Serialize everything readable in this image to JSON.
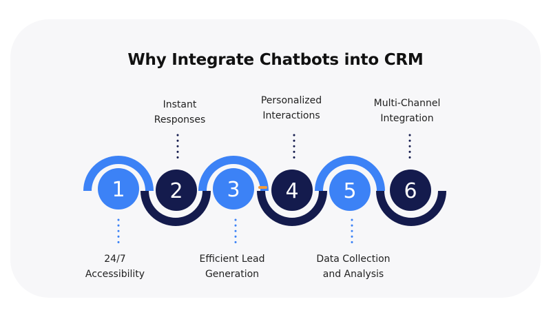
{
  "title": "Why Integrate Chatbots into CRM",
  "colors": {
    "light_blue": "#3c82f6",
    "dark_navy": "#141b4d",
    "accent_orange": "#f29a3a",
    "card_bg": "#f7f7f9"
  },
  "steps": [
    {
      "number": "1",
      "label": "24/7\nAccessibility",
      "color": "#3c82f6",
      "position": "bottom"
    },
    {
      "number": "2",
      "label": "Instant\nResponses",
      "color": "#141b4d",
      "position": "top"
    },
    {
      "number": "3",
      "label": "Efficient Lead\nGeneration",
      "color": "#3c82f6",
      "position": "bottom"
    },
    {
      "number": "4",
      "label": "Personalized\nInteractions",
      "color": "#141b4d",
      "position": "top"
    },
    {
      "number": "5",
      "label": "Data Collection\nand Analysis",
      "color": "#3c82f6",
      "position": "bottom"
    },
    {
      "number": "6",
      "label": "Multi-Channel\nIntegration",
      "color": "#141b4d",
      "position": "top"
    }
  ]
}
